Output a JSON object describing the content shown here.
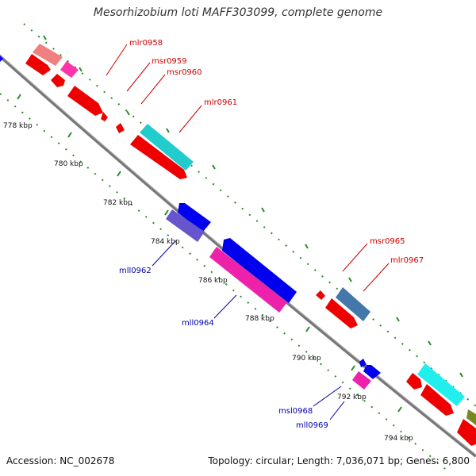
{
  "title": "Mesorhizobium loti MAFF303099, complete genome",
  "accession": "Accession: NC_002678",
  "summary": "Topology: circular; Length: 7,036,071 bp; Genes: 6,800",
  "colors": {
    "backbone": "#888888",
    "tick": "#2a8a2a",
    "forward_label": "#cc0000",
    "reverse_label": "#0000aa"
  },
  "ticks": [
    {
      "label": "778 kbp"
    },
    {
      "label": "780 kbp"
    },
    {
      "label": "782 kbp"
    },
    {
      "label": "784 kbp"
    },
    {
      "label": "786 kbp"
    },
    {
      "label": "788 kbp"
    },
    {
      "label": "790 kbp"
    },
    {
      "label": "792 kbp"
    },
    {
      "label": "794 kbp"
    }
  ],
  "gene_labels": [
    {
      "text": "mlr0958",
      "strand": "forward"
    },
    {
      "text": "msr0959",
      "strand": "forward"
    },
    {
      "text": "msr0960",
      "strand": "forward"
    },
    {
      "text": "mlr0961",
      "strand": "forward"
    },
    {
      "text": "mll0962",
      "strand": "reverse"
    },
    {
      "text": "mll0964",
      "strand": "reverse"
    },
    {
      "text": "msr0965",
      "strand": "forward"
    },
    {
      "text": "mlr0967",
      "strand": "forward"
    },
    {
      "text": "msl0968",
      "strand": "reverse"
    },
    {
      "text": "mll0969",
      "strand": "reverse"
    }
  ]
}
